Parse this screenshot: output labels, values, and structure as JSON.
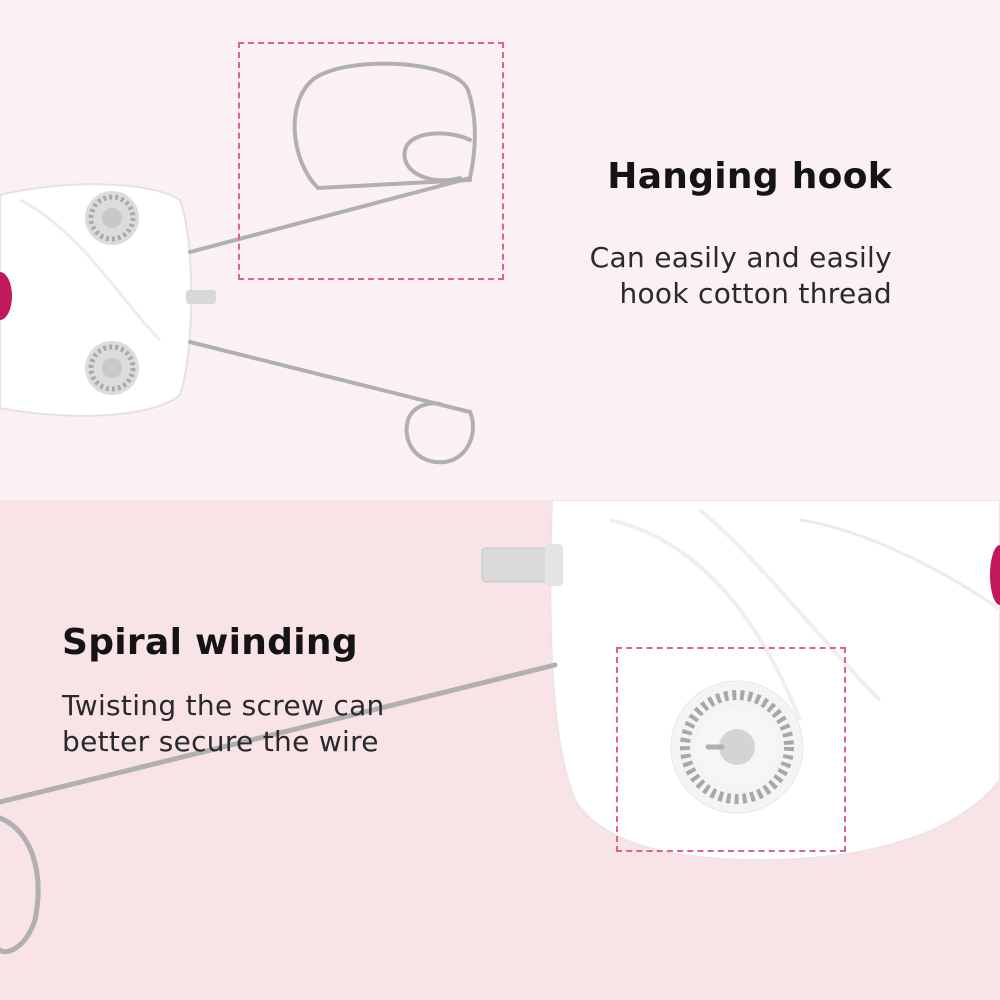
{
  "hanging_hook": {
    "title": "Hanging hook",
    "description": "Can easily and easily\nhook cotton thread"
  },
  "spiral_winding": {
    "title": "Spiral winding",
    "description": "Twisting the screw can\nbetter secure the wire"
  },
  "colors": {
    "top_background": "#fbf1f3",
    "bottom_background": "#f8e3e7",
    "callout_border": "#e0628a",
    "device_body": "#ffffff",
    "wire": "#b8b8b8",
    "accent": "#c2185b"
  },
  "icons": [
    "device-body-image",
    "hook-wire-image",
    "screw-knob-image"
  ]
}
